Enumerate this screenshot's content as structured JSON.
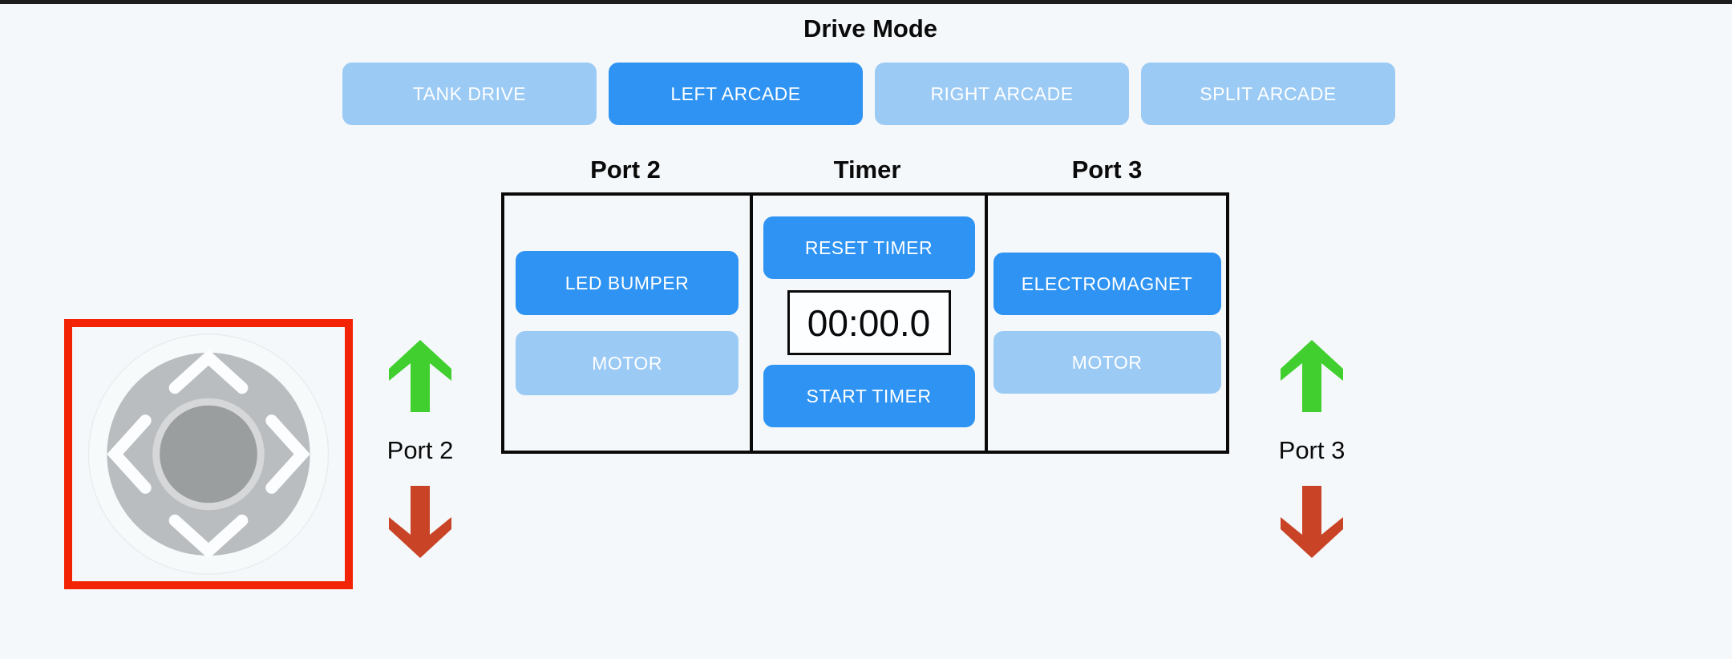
{
  "page": {
    "background_color": "#f4f8fa",
    "top_bar_color": "#1d1d1d"
  },
  "drive_mode": {
    "title": "Drive Mode",
    "buttons": [
      {
        "label": "TANK DRIVE",
        "active": false
      },
      {
        "label": "LEFT ARCADE",
        "active": true
      },
      {
        "label": "RIGHT ARCADE",
        "active": false
      },
      {
        "label": "SPLIT ARCADE",
        "active": false
      }
    ]
  },
  "control_table": {
    "columns": [
      {
        "header": "Port 2",
        "buttons": [
          {
            "label": "LED BUMPER",
            "active": true
          },
          {
            "label": "MOTOR",
            "active": false
          }
        ]
      },
      {
        "header": "Timer",
        "reset_button": {
          "label": "RESET TIMER",
          "active": true
        },
        "timer_display": "00:00.0",
        "start_button": {
          "label": "START TIMER",
          "active": true
        }
      },
      {
        "header": "Port 3",
        "buttons": [
          {
            "label": "ELECTROMAGNET",
            "active": true
          },
          {
            "label": "MOTOR",
            "active": false
          }
        ]
      }
    ]
  },
  "joystick": {
    "border_color": "#f22405",
    "pad_color": "#b9bdbf",
    "knob_color": "#9a9e9f",
    "ring_color": "#d5d7d8",
    "outer_color": "#f7fafb",
    "chevron_color": "#fbfdfe"
  },
  "port_indicators": [
    {
      "label": "Port 2",
      "up_color": "#41cf2f",
      "down_color": "#c94426"
    },
    {
      "label": "Port 3",
      "up_color": "#41cf2f",
      "down_color": "#c94426"
    }
  ],
  "colors": {
    "accent_active_blue": "#2e93f2",
    "accent_inactive_blue": "#9bcaf5",
    "table_border": "#0a0a0a",
    "timer_box_bg": "#fcfeff"
  }
}
